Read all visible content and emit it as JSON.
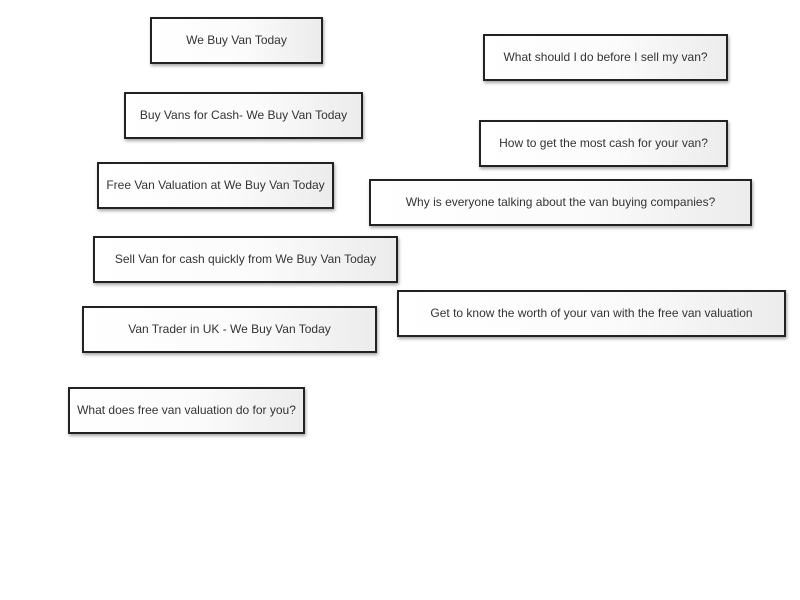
{
  "links": [
    "We Buy Van Today",
    "What should I do before I sell my van?",
    "Buy Vans for Cash- We Buy Van Today",
    "How to get the most cash for your van?",
    "Free Van Valuation at We Buy Van Today",
    "Why is everyone talking about the van buying companies?",
    "Sell Van for cash quickly from We Buy Van Today",
    "Get to know the worth of your van with the free van valuation",
    "Van Trader in UK - We Buy Van Today",
    "What does free van valuation do for you?"
  ]
}
